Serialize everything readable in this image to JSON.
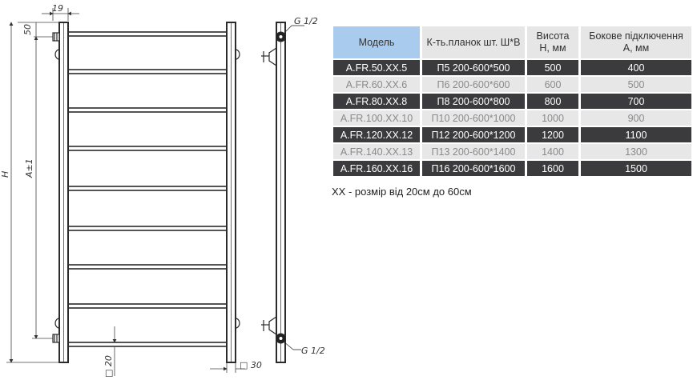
{
  "dimensions": {
    "top_width": "19",
    "top_offset": "50",
    "height": "H",
    "connection": "A±1",
    "side_pipe": "□ 20",
    "side_depth": "□ 30",
    "thread_top": "G 1/2",
    "thread_bottom": "G 1/2"
  },
  "table": {
    "headers": [
      "Модель",
      "К-ть.планок шт. Ш*В",
      "Висота Н, мм",
      "Бокове підключення А, мм"
    ],
    "rows": [
      {
        "model": "A.FR.50.XX.5",
        "bars": "П5 200-600*500",
        "height": "500",
        "side": "400",
        "style": "dark"
      },
      {
        "model": "A.FR.60.XX.6",
        "bars": "П6 200-600*600",
        "height": "600",
        "side": "500",
        "style": "light"
      },
      {
        "model": "A.FR.80.XX.8",
        "bars": "П8 200-600*800",
        "height": "800",
        "side": "700",
        "style": "dark"
      },
      {
        "model": "A.FR.100.XX.10",
        "bars": "П10 200-600*1000",
        "height": "1000",
        "side": "900",
        "style": "light"
      },
      {
        "model": "A.FR.120.XX.12",
        "bars": "П12 200-600*1200",
        "height": "1200",
        "side": "1100",
        "style": "dark"
      },
      {
        "model": "A.FR.140.XX.13",
        "bars": "П13 200-600*1400",
        "height": "1400",
        "side": "1300",
        "style": "light"
      },
      {
        "model": "A.FR.160.XX.16",
        "bars": "П16 200-600*1600",
        "height": "1600",
        "side": "1500",
        "style": "dark"
      }
    ]
  },
  "note": "XX - розмір від 20см до 60см",
  "colors": {
    "header_model": "#a9cbed",
    "header": "#e6e6e6",
    "row_dark": "#3b3b3d",
    "row_light": "#e7e7e7",
    "line": "#333333"
  }
}
